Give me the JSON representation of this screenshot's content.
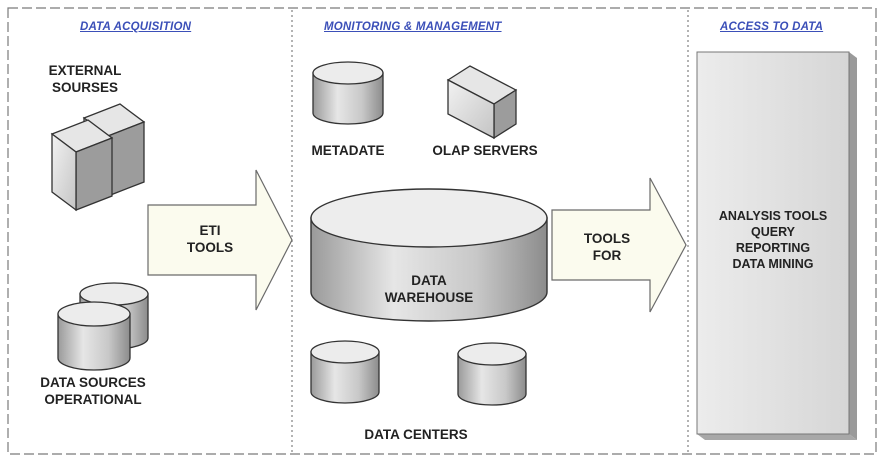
{
  "sections": {
    "acquisition": "DATA ACQUISITION",
    "monitoring": "MONITORING & MANAGEMENT",
    "access": "ACCESS TO DATA"
  },
  "labels": {
    "external_line1": "EXTERNAL",
    "external_line2": "SOURSES",
    "sources_line1": "DATA SOURCES",
    "sources_line2": "OPERATIONAL",
    "eti_line1": "ETI",
    "eti_line2": "TOOLS",
    "metadate": "METADATE",
    "olap": "OLAP SERVERS",
    "warehouse_line1": "DATA",
    "warehouse_line2": "WAREHOUSE",
    "tools_line1": "TOOLS",
    "tools_line2": "FOR",
    "data_centers": "DATA CENTERS",
    "access_line1": "ANALYSIS TOOLS",
    "access_line2": "QUERY",
    "access_line3": "REPORTING",
    "access_line4": "DATA MINING"
  },
  "colors": {
    "section_title": "#3b4fb8",
    "arrow_fill": "#fbfbee",
    "access_box_fill": "#e2e2e2",
    "divider": "#8a8a8a"
  }
}
